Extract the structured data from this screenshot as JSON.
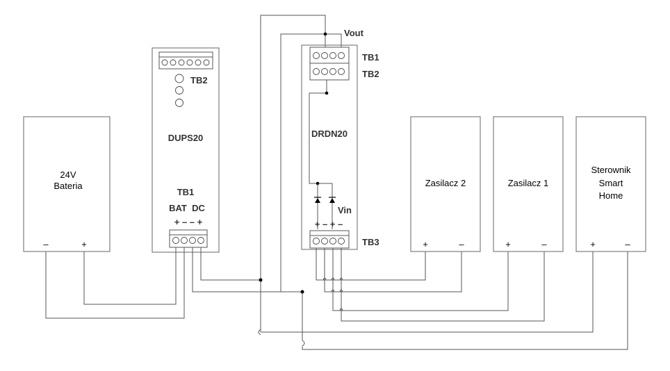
{
  "battery": {
    "line1": "24V",
    "line2": "Bateria",
    "minus": "–",
    "plus": "+"
  },
  "dups": {
    "name": "DUPS20",
    "tb2": "TB2",
    "tb1": "TB1",
    "bat_dc": "BAT  DC",
    "pins": "+ – – +"
  },
  "drdn": {
    "name": "DRDN20",
    "tb1": "TB1",
    "tb2": "TB2",
    "tb3": "TB3",
    "vout": "Vout",
    "vin": "Vin",
    "pins": "+ – + –"
  },
  "psu2": {
    "name": "Zasilacz 2",
    "plus": "+",
    "minus": "–"
  },
  "psu1": {
    "name": "Zasilacz 1",
    "plus": "+",
    "minus": "–"
  },
  "controller": {
    "line1": "Sterownik",
    "line2": "Smart",
    "line3": "Home",
    "plus": "+",
    "minus": "–"
  }
}
